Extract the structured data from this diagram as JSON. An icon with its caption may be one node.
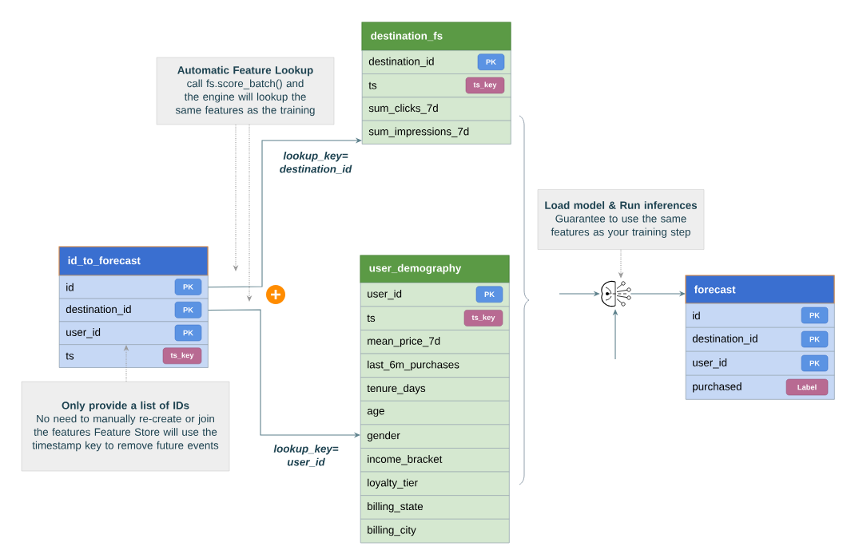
{
  "diagram": {
    "nodes": [
      {
        "text": [
          "id_to_forecast"
        ]
      },
      {
        "text": [
          "id"
        ],
        "in": 0
      },
      {
        "text": [
          "PK"
        ],
        "in": 1
      },
      {
        "text": [
          "destination_id"
        ],
        "in": 0
      },
      {
        "text": [
          "PK"
        ],
        "in": 3
      },
      {
        "text": [
          "user_id"
        ],
        "in": 0
      },
      {
        "text": [
          "PK"
        ],
        "in": 5
      },
      {
        "text": [
          "ts"
        ],
        "in": 0
      },
      {
        "text": [
          "ts_key"
        ],
        "in": 7
      },
      {
        "text": [
          "destination_fs"
        ]
      },
      {
        "text": [
          "destination_id"
        ],
        "in": 9
      },
      {
        "text": [
          "PK"
        ],
        "in": 10
      },
      {
        "text": [
          "ts"
        ],
        "in": 9
      },
      {
        "text": [
          "ts_key"
        ],
        "in": 12
      },
      {
        "text": [
          "sum_clicks_7d"
        ],
        "in": 9
      },
      {
        "text": [
          "sum_impressions_7d"
        ],
        "in": 9
      },
      {
        "text": [
          "user_demography"
        ]
      },
      {
        "text": [
          "user_id"
        ],
        "in": 16
      },
      {
        "text": [
          "PK"
        ],
        "in": 17
      },
      {
        "text": [
          "ts"
        ],
        "in": 16
      },
      {
        "text": [
          "ts_key"
        ],
        "in": 19
      },
      {
        "text": [
          "mean_price_7d"
        ],
        "in": 16
      },
      {
        "text": [
          "last_6m_purchases"
        ],
        "in": 16
      },
      {
        "text": [
          "tenure_days"
        ],
        "in": 16
      },
      {
        "text": [
          "age"
        ],
        "in": 16
      },
      {
        "text": [
          "gender"
        ],
        "in": 16
      },
      {
        "text": [
          "income_bracket"
        ],
        "in": 16
      },
      {
        "text": [
          "loyalty_tier"
        ],
        "in": 16
      },
      {
        "text": [
          "billing_state"
        ],
        "in": 16
      },
      {
        "text": [
          "billing_city"
        ],
        "in": 16
      },
      {
        "text": [
          "forecast"
        ]
      },
      {
        "text": [
          "id"
        ],
        "in": 30
      },
      {
        "text": [
          "PK"
        ],
        "in": 31
      },
      {
        "text": [
          "destination_id"
        ],
        "in": 30
      },
      {
        "text": [
          "PK"
        ],
        "in": 33
      },
      {
        "text": [
          "user_id"
        ],
        "in": 30
      },
      {
        "text": [
          "PK"
        ],
        "in": 35
      },
      {
        "text": [
          "purchased"
        ],
        "in": 30
      },
      {
        "text": [
          "Label"
        ],
        "in": 37
      },
      {
        "text": [
          "Automatic Feature Lookup",
          "call fs.score_batch() and the engine will lookup the same features as the training"
        ]
      },
      {
        "text": [
          "Only provide a list of IDs",
          "No need to manually re-create or join the features Feature Store will use the timestamp key to remove future events"
        ]
      },
      {
        "text": [
          "Load model & Run inferences",
          "Guarantee to use the same features as your training step"
        ]
      },
      {
        "text": [],
        "shape": "picture"
      }
    ],
    "edges": [
      {
        "from": 1,
        "to": 9,
        "arrow": "to",
        "label": "lookup_key= destination_id"
      },
      {
        "from": 3,
        "to": 16,
        "arrow": "to",
        "label": "lookup_key= user_id"
      },
      {
        "from": 39,
        "to": null,
        "arrow": "to",
        "style": "dashed",
        "color": "#9a9a9a"
      },
      {
        "from": 39,
        "to": null,
        "arrow": "to",
        "style": "dashed",
        "color": "#9a9a9a"
      },
      {
        "from": 40,
        "to": 5,
        "arrow": "to",
        "style": "dashed",
        "color": "#9a9a9a"
      },
      {
        "from": 41,
        "to": 42,
        "arrow": "to",
        "style": "dashed",
        "color": "#9a9a9a"
      },
      {
        "from": null,
        "to": 42,
        "arrow": "to"
      },
      {
        "from": 42,
        "to": 30,
        "arrow": "to"
      },
      {
        "from": null,
        "to": 42,
        "arrow": "to"
      }
    ]
  }
}
